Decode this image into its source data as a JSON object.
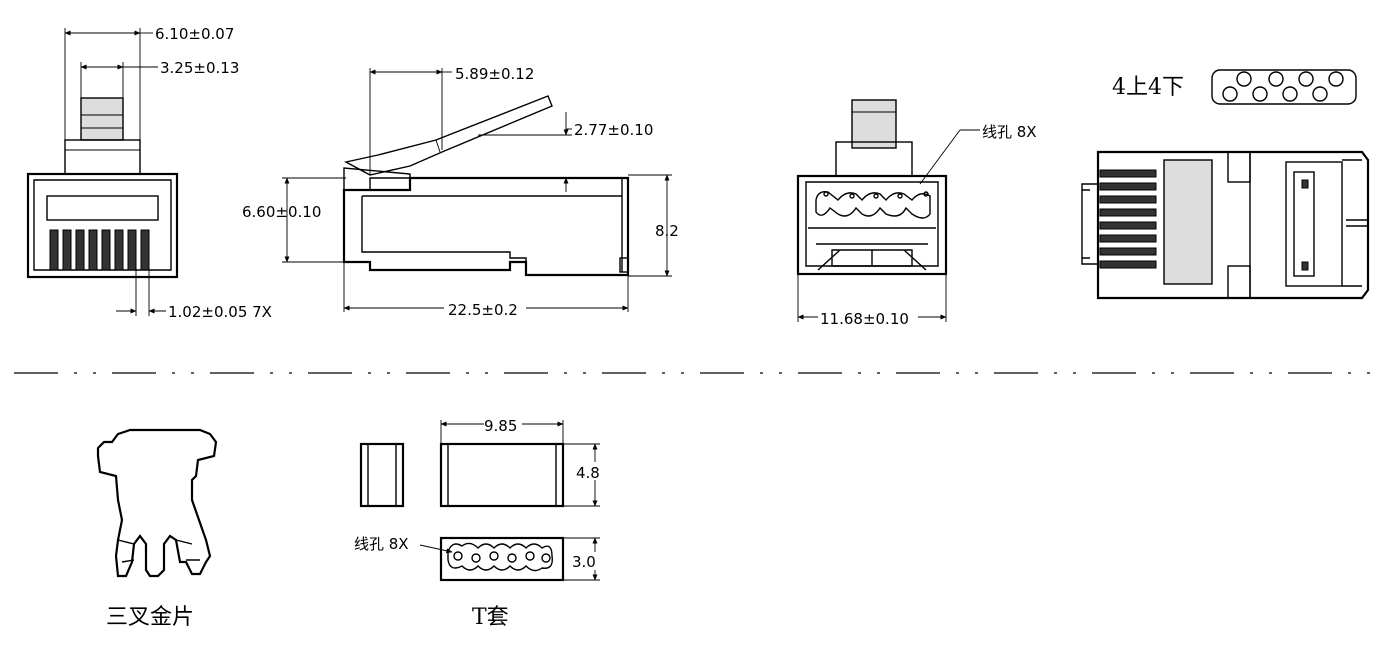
{
  "dimensions": {
    "front_overall_width": "6.10±0.07",
    "front_latch_width": "3.25±0.13",
    "front_pin_pitch": "1.02±0.05 7X",
    "side_latch_offset": "5.89±0.12",
    "side_latch_height": "2.77±0.10",
    "side_body_height": "6.60±0.10",
    "side_total_height": "8.2",
    "side_length": "22.5±0.2",
    "rear_width": "11.68±0.10",
    "rear_wire_holes": "线孔 8X",
    "tsleeve_length": "9.85",
    "tsleeve_height": "4.8",
    "tsleeve_hole_height": "3.0",
    "tsleeve_wire_holes": "线孔 8X"
  },
  "captions": {
    "arrangement": "4上4下",
    "three_fork_contact": "三叉金片",
    "t_sleeve": "T套"
  },
  "colors": {
    "line": "#000000",
    "background": "#ffffff",
    "fill_shade": "#dddddd"
  }
}
